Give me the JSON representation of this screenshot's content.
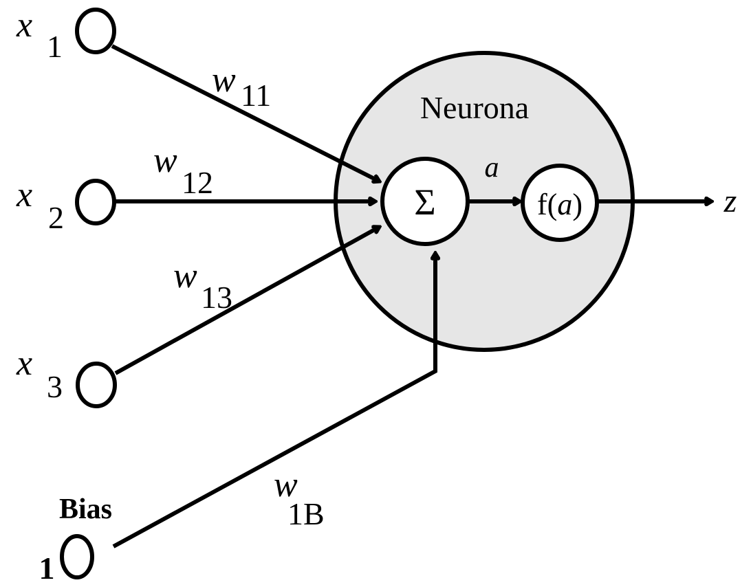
{
  "diagram": {
    "neuron_label": "Neurona",
    "neuron_fill": "#e6e6e6",
    "stroke_color": "#000000",
    "inputs": [
      {
        "var": "x",
        "sub": "1",
        "weight_var": "w",
        "weight_sub": "11"
      },
      {
        "var": "x",
        "sub": "2",
        "weight_var": "w",
        "weight_sub": "12"
      },
      {
        "var": "x",
        "sub": "3",
        "weight_var": "w",
        "weight_sub": "13"
      }
    ],
    "bias": {
      "label": "Bias",
      "value": "1",
      "weight_var": "w",
      "weight_sub": "1B"
    },
    "sum_symbol": "Σ",
    "activation_var": "a",
    "function_label_prefix": "f(",
    "function_label_arg": "a",
    "function_label_suffix": ")",
    "output_var": "z"
  }
}
